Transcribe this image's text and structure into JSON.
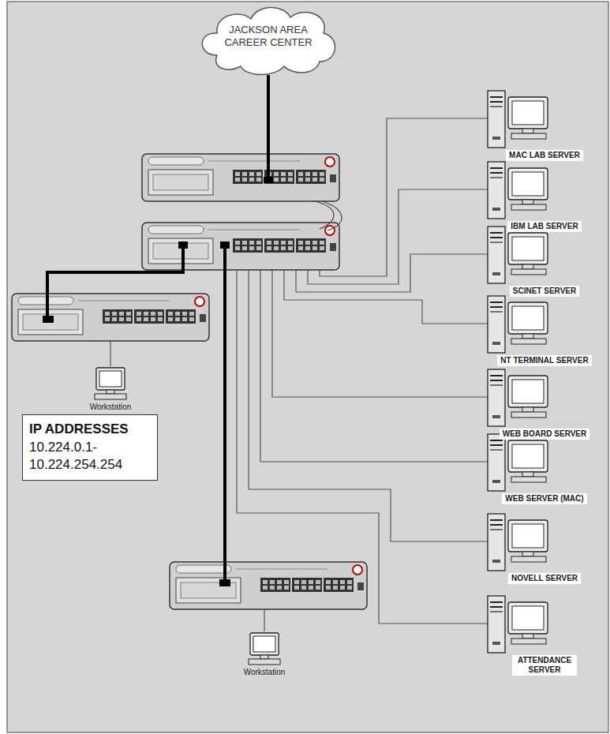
{
  "diagram": {
    "nodes": [
      {
        "text": [
          "JACKSON AREA CAREER CENTER"
        ]
      },
      {
        "text": [
          "MAC LAB SERVER"
        ]
      },
      {
        "text": [
          "IBM LAB SERVER"
        ]
      },
      {
        "text": [
          "SCINET SERVER"
        ]
      },
      {
        "text": [
          "NT TERMINAL SERVER"
        ]
      },
      {
        "text": [
          "WEB BOARD SERVER"
        ]
      },
      {
        "text": [
          "WEB SERVER (MAC)"
        ]
      },
      {
        "text": [
          "NOVELL SERVER"
        ]
      },
      {
        "text": [
          "ATTENDANCE SERVER"
        ]
      },
      {
        "text": [
          "IP ADDRESSES",
          "10.224.0.1- 10.224.254.254"
        ]
      }
    ],
    "labels": [
      "Workstation",
      "Workstation"
    ]
  }
}
